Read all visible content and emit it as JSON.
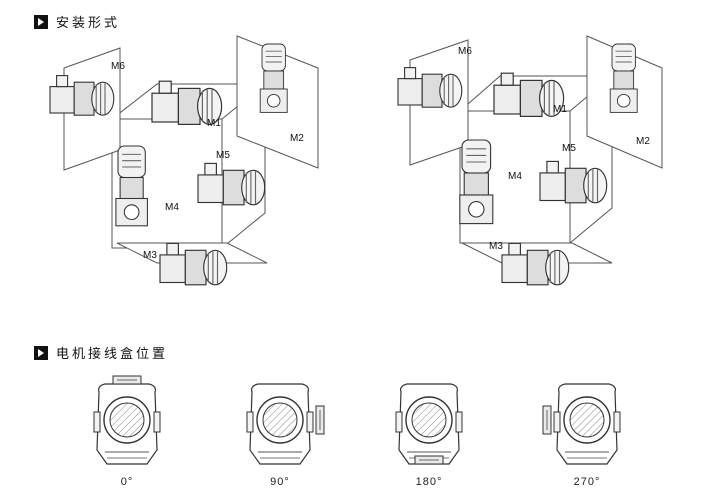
{
  "sections": {
    "mounting": {
      "title": "安装形式"
    },
    "terminal_box": {
      "title": "电机接线盒位置"
    }
  },
  "diagrams": [
    {
      "labels": {
        "m1": "M1",
        "m2": "M2",
        "m3": "M3",
        "m4": "M4",
        "m5": "M5",
        "m6": "M6"
      }
    },
    {
      "labels": {
        "m1": "M1",
        "m2": "M2",
        "m3": "M3",
        "m4": "M4",
        "m5": "M5",
        "m6": "M6"
      }
    }
  ],
  "positions": [
    "0°",
    "90°",
    "180°",
    "270°"
  ],
  "icons": {
    "section_marker": "play-arrow-icon"
  }
}
